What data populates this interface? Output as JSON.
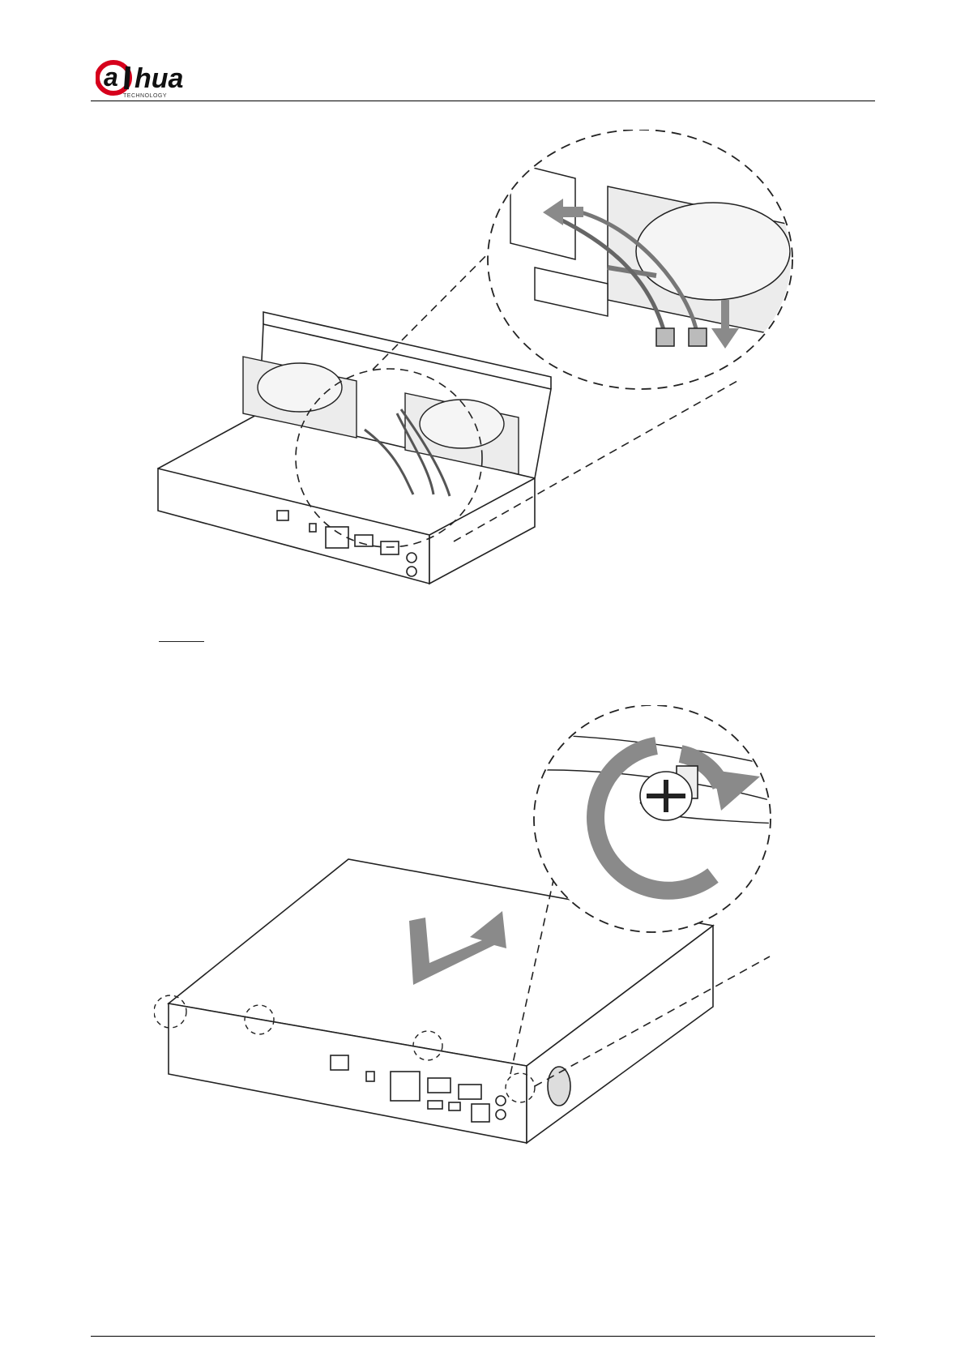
{
  "header": {
    "logo_text": "alhua",
    "logo_subtext": "TECHNOLOGY"
  },
  "figures": [
    {
      "name": "install-hdd-cables"
    },
    {
      "name": "fasten-cover-screws"
    }
  ],
  "colors": {
    "line": "#222222",
    "arrow_fill": "#8a8a8a",
    "brand_red": "#d6001c",
    "hdd_fill": "#ececec"
  }
}
